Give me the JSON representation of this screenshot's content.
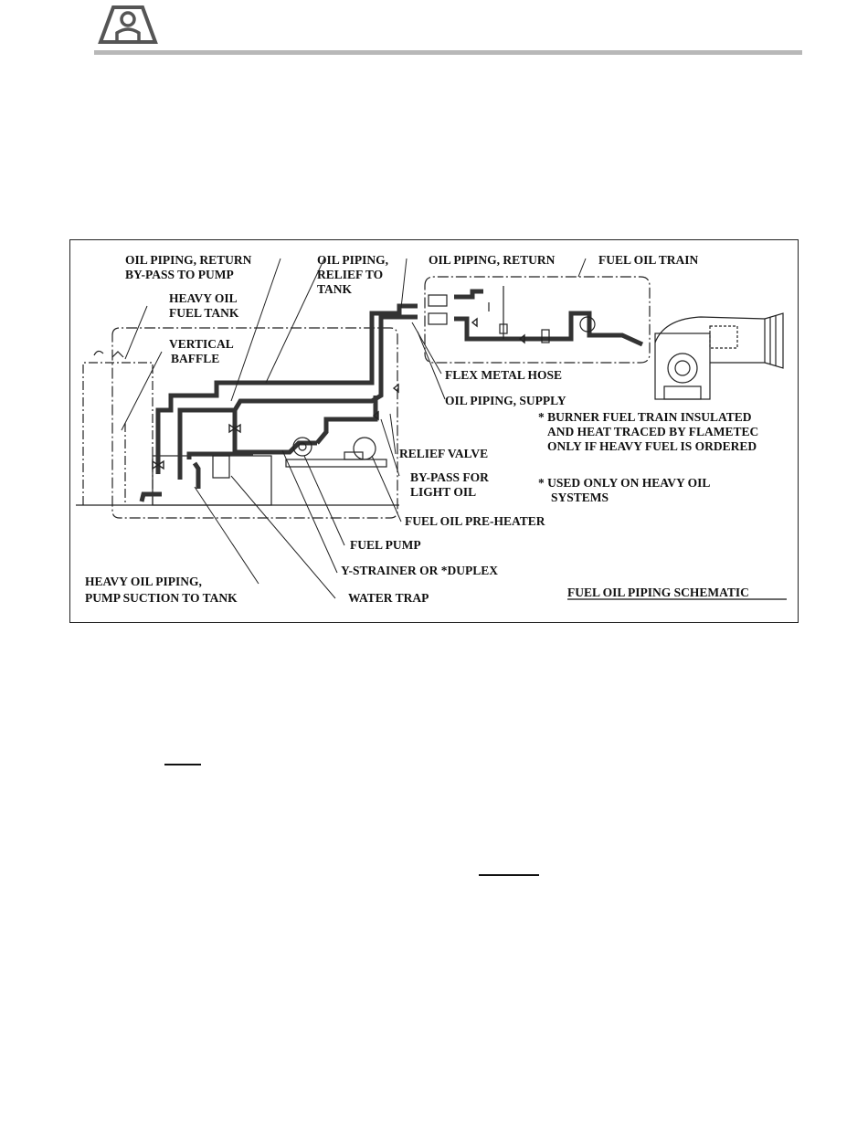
{
  "header": {
    "logo_icon": "flametec-arch-logo",
    "rule_color": "#b8b8b8"
  },
  "diagram": {
    "labels": {
      "oil_return_bypass_1": "OIL PIPING, RETURN",
      "oil_return_bypass_2": "BY-PASS TO PUMP",
      "oil_relief_1": "OIL PIPING,",
      "oil_relief_2": "RELIEF TO",
      "oil_relief_3": "TANK",
      "oil_return": "OIL PIPING, RETURN",
      "fuel_oil_train": "FUEL OIL TRAIN",
      "heavy_tank_1": "HEAVY OIL",
      "heavy_tank_2": "FUEL TANK",
      "baffle_1": "VERTICAL",
      "baffle_2": "BAFFLE",
      "flex_hose": "FLEX METAL HOSE",
      "oil_supply": "OIL PIPING, SUPPLY",
      "note1_1": "* BURNER FUEL TRAIN INSULATED",
      "note1_2": "AND   HEAT TRACED BY FLAMETEC",
      "note1_3": "ONLY IF HEAVY  FUEL IS ORDERED",
      "relief_valve": "RELIEF VALVE",
      "bypass_light_1": "BY-PASS FOR",
      "bypass_light_2": "LIGHT OIL",
      "note2_1": "* USED ONLY ON HEAVY OIL",
      "note2_2": "SYSTEMS",
      "preheater": "FUEL OIL PRE-HEATER",
      "fuel_pump": "FUEL PUMP",
      "ystrainer": "Y-STRAINER OR *DUPLEX",
      "heavy_piping_1": "HEAVY OIL PIPING,",
      "heavy_piping_2": "PUMP SUCTION TO TANK",
      "water_trap": "WATER TRAP",
      "caption": "FUEL OIL PIPING SCHEMATIC"
    }
  }
}
